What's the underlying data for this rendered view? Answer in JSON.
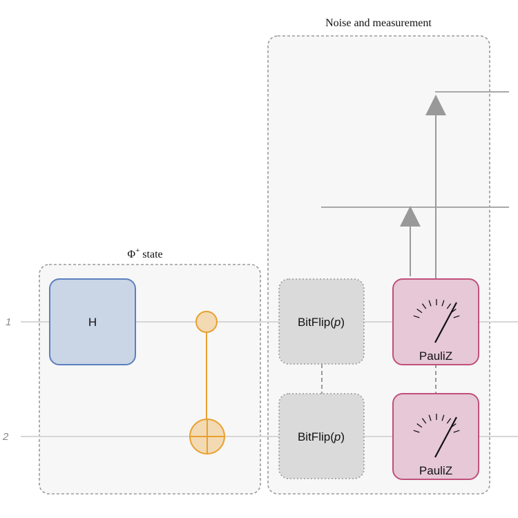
{
  "wires": [
    {
      "label": "1"
    },
    {
      "label": "2"
    }
  ],
  "groups": {
    "bell": {
      "title_symbol": "Φ",
      "title_sup": "+",
      "title_rest": " state"
    },
    "noise": {
      "title": "Noise and measurement"
    }
  },
  "gates": {
    "hadamard": "H",
    "bitflip_name": "BitFlip(",
    "bitflip_param": "p",
    "bitflip_close": ")",
    "measure": "PauliZ"
  },
  "colors": {
    "hadamard_fill": "#cad5e5",
    "hadamard_stroke": "#5b7fbf",
    "cnot_fill": "#f3dab3",
    "cnot_stroke": "#e8a030",
    "noise_fill": "#dadada",
    "measure_fill": "#e6c8d6",
    "measure_stroke": "#c0507a",
    "wire": "#d6d6d6",
    "classical": "#a0a0a0",
    "group_fill": "#f7f7f7"
  }
}
